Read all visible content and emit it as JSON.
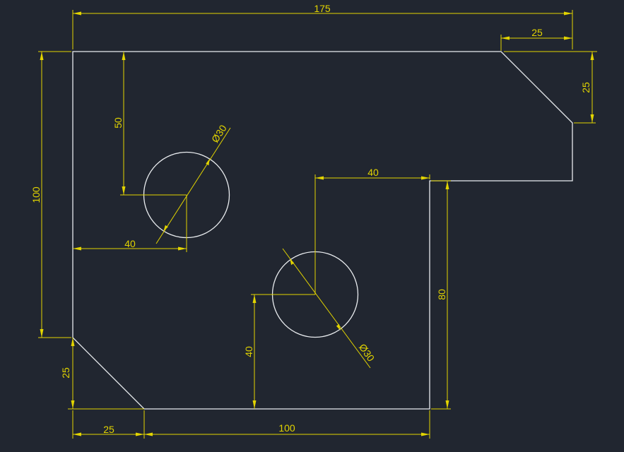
{
  "drawing": {
    "line_color": "#e9ecef",
    "dimension_color": "#e2d400",
    "background": "#212630"
  },
  "dimensions": {
    "overall_width": "175",
    "top_chamfer_width": "25",
    "top_chamfer_height": "25",
    "overall_height": "100",
    "hole1_from_top": "50",
    "hole1_diameter": "Ø30",
    "hole1_from_left": "40",
    "slot_width": "40",
    "right_height": "80",
    "hole2_diameter": "Ø30",
    "hole2_from_bottom": "40",
    "bottom_chamfer_height": "25",
    "bottom_chamfer_width": "25",
    "bottom_length": "100"
  }
}
